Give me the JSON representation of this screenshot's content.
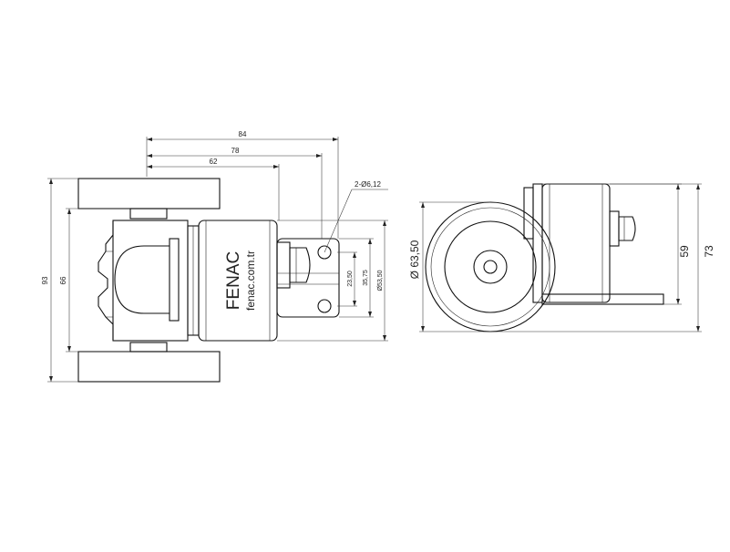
{
  "brand": {
    "name": "FENAC",
    "website": "fenac.com.tr"
  },
  "front_view": {
    "dimensions": {
      "length_total": "84",
      "length_mid": "78",
      "length_body": "62",
      "height_total": "93",
      "height_inner": "66",
      "holes": "2-Ø6,12",
      "hole_spacing": "23,50",
      "connector_height": "35,75",
      "body_diameter": "Ø53,50"
    }
  },
  "side_view": {
    "dimensions": {
      "wheel_diameter": "Ø 63,50",
      "height_body": "59",
      "height_total": "73"
    }
  }
}
